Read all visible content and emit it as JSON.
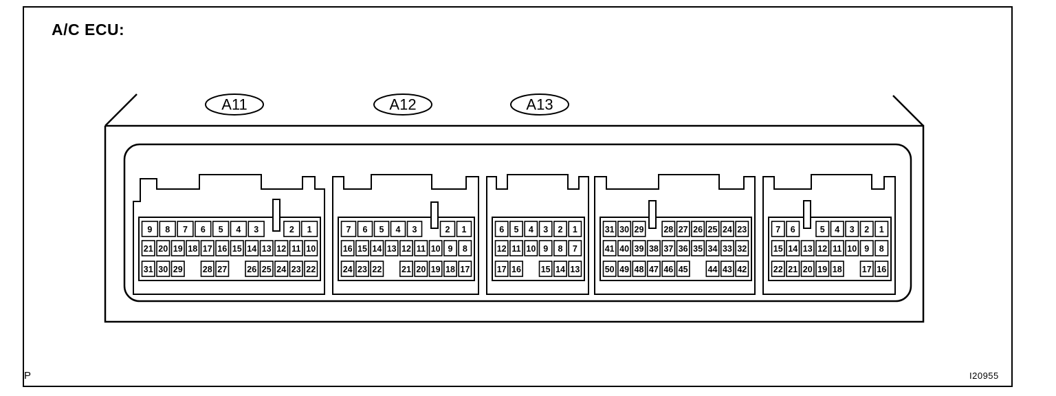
{
  "diagram": {
    "title": "A/C ECU:",
    "page_marker": "P",
    "figure_number": "I20955",
    "connector_labels": [
      "A11",
      "A12",
      "A13"
    ],
    "connectors": [
      {
        "name": "A11",
        "rows": [
          [
            "9",
            "8",
            "7",
            "6",
            "5",
            "4",
            "3",
            "",
            "2",
            "1"
          ],
          [
            "21",
            "20",
            "19",
            "18",
            "17",
            "16",
            "15",
            "14",
            "13",
            "12",
            "11",
            "10"
          ],
          [
            "31",
            "30",
            "29",
            "",
            "28",
            "27",
            "",
            "26",
            "25",
            "24",
            "23",
            "22"
          ]
        ]
      },
      {
        "name": "A12",
        "rows": [
          [
            "7",
            "6",
            "5",
            "4",
            "3",
            "",
            "2",
            "1"
          ],
          [
            "16",
            "15",
            "14",
            "13",
            "12",
            "11",
            "10",
            "9",
            "8"
          ],
          [
            "24",
            "23",
            "22",
            "",
            "21",
            "20",
            "19",
            "18",
            "17"
          ]
        ]
      },
      {
        "name": "A13",
        "rows": [
          [
            "6",
            "5",
            "4",
            "3",
            "2",
            "1"
          ],
          [
            "12",
            "11",
            "10",
            "9",
            "8",
            "7"
          ],
          [
            "17",
            "16",
            "",
            "15",
            "14",
            "13"
          ]
        ]
      },
      {
        "name": "",
        "rows": [
          [
            "31",
            "30",
            "29",
            "",
            "28",
            "27",
            "26",
            "25",
            "24",
            "23"
          ],
          [
            "41",
            "40",
            "39",
            "38",
            "37",
            "36",
            "35",
            "34",
            "33",
            "32"
          ],
          [
            "50",
            "49",
            "48",
            "47",
            "46",
            "45",
            "",
            "44",
            "43",
            "42"
          ]
        ]
      },
      {
        "name": "",
        "rows": [
          [
            "7",
            "6",
            "",
            "5",
            "4",
            "3",
            "2",
            "1"
          ],
          [
            "15",
            "14",
            "13",
            "12",
            "11",
            "10",
            "9",
            "8"
          ],
          [
            "22",
            "21",
            "20",
            "19",
            "18",
            "",
            "17",
            "16"
          ]
        ]
      }
    ]
  }
}
